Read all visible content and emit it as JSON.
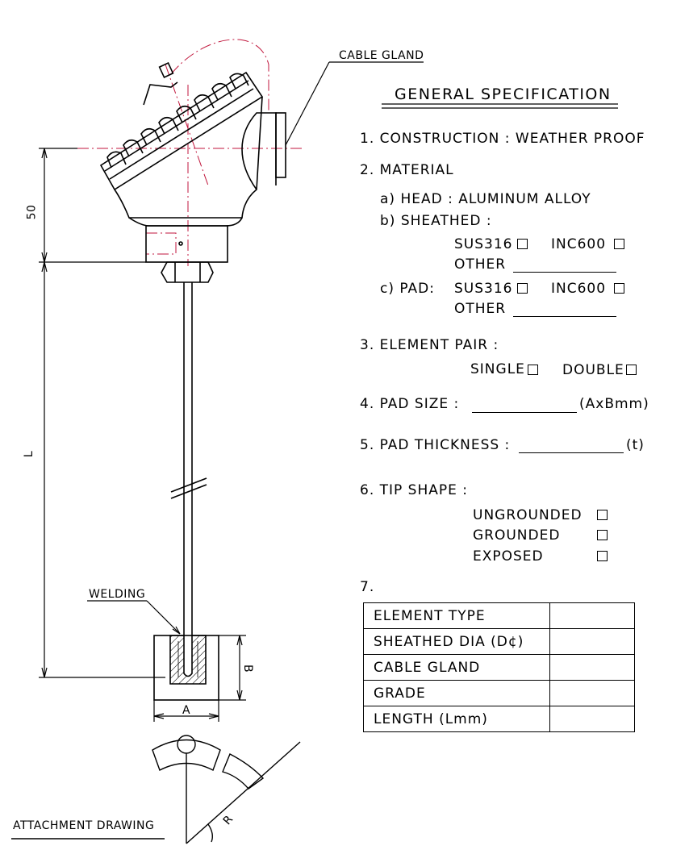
{
  "callouts": {
    "cable_gland": "CABLE GLAND",
    "welding": "WELDING",
    "attachment_drawing": "ATTACHMENT DRAWING"
  },
  "dimensions": {
    "head_height": "50",
    "length": "L",
    "pad_width": "A",
    "pad_height": "B",
    "radius": "R"
  },
  "spec": {
    "title": "GENERAL SPECIFICATION",
    "item1": "1. CONSTRUCTION : WEATHER PROOF",
    "item2": "2. MATERIAL",
    "item2a": "a) HEAD : ALUMINUM ALLOY",
    "item2b": "b) SHEATHED :",
    "sheathed_opt1": "SUS316",
    "sheathed_opt2": "INC600",
    "sheathed_other": "OTHER",
    "item2c": "c) PAD:",
    "pad_opt1": "SUS316",
    "pad_opt2": "INC600",
    "pad_other": "OTHER",
    "item3": "3. ELEMENT PAIR :",
    "pair_single": "SINGLE",
    "pair_double": "DOUBLE",
    "item4": "4. PAD SIZE :",
    "item4_unit": "(AxBmm)",
    "item5": "5. PAD THICKNESS :",
    "item5_unit": "(t)",
    "item6": "6. TIP SHAPE :",
    "tip_opt1": "UNGROUNDED",
    "tip_opt2": "GROUNDED",
    "tip_opt3": "EXPOSED",
    "item7": "7.",
    "table_rows": [
      "ELEMENT TYPE",
      "SHEATHED DIA (D¢)",
      "CABLE GLAND",
      "GRADE",
      "LENGTH (Lmm)"
    ]
  },
  "colors": {
    "line": "#000000",
    "centerline": "#c0163c"
  }
}
